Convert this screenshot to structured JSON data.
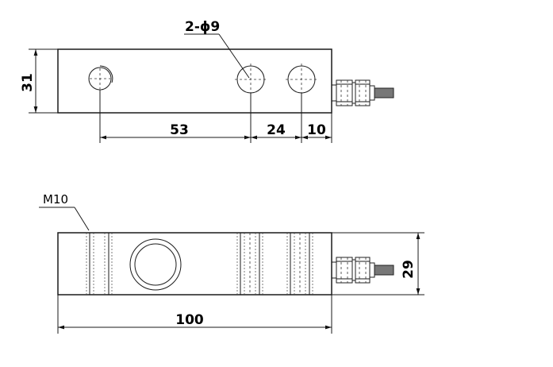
{
  "top_view": {
    "hole_callout": "2-ϕ9",
    "dim_height": "31",
    "dim_a": "53",
    "dim_b": "24",
    "dim_c": "10"
  },
  "side_view": {
    "thread_callout": "M10",
    "dim_height": "29",
    "dim_length": "100"
  }
}
